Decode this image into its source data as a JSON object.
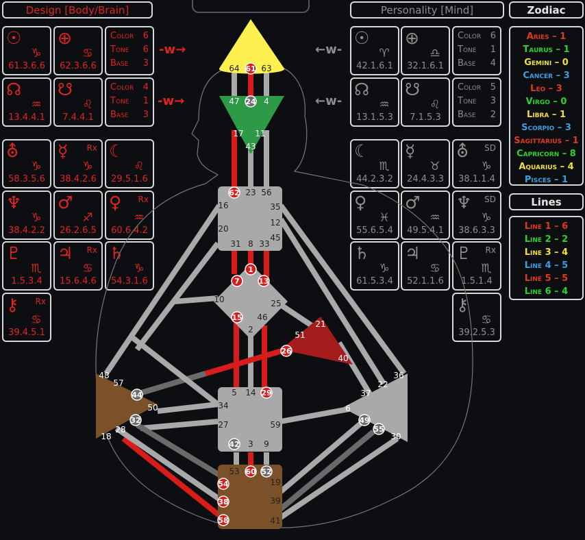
{
  "design_header": "Design [Body/Brain]",
  "personality_header": "Personality [Mind]",
  "zodiac_header": "Zodiac",
  "lines_header": "Lines",
  "design": {
    "sun": {
      "symbol": "☉",
      "sign": "♑",
      "value": "61.3.6.6",
      "mark": ""
    },
    "earth": {
      "symbol": "⊕",
      "sign": "♋",
      "value": "62.3.6.6",
      "mark": ""
    },
    "north_node": {
      "symbol": "☊",
      "sign": "♒",
      "value": "13.4.4.1",
      "mark": ""
    },
    "south_node": {
      "symbol": "☋",
      "sign": "♌",
      "value": "7.4.4.1",
      "mark": ""
    },
    "uranus": {
      "symbol": "⛢",
      "sign": "♑",
      "value": "58.3.5.6",
      "mark": ""
    },
    "mercury": {
      "symbol": "☿",
      "sign": "♑",
      "value": "38.4.2.6",
      "mark": "Rx"
    },
    "moon": {
      "symbol": "☾",
      "sign": "♌",
      "value": "29.5.1.6",
      "mark": ""
    },
    "neptune": {
      "symbol": "♆",
      "sign": "♑",
      "value": "38.4.2.2",
      "mark": ""
    },
    "mars": {
      "symbol": "♂",
      "sign": "♐",
      "value": "26.2.6.5",
      "mark": ""
    },
    "venus": {
      "symbol": "♀",
      "sign": "♒",
      "value": "60.6.4.2",
      "mark": "Rx"
    },
    "pluto": {
      "symbol": "♇",
      "sign": "♏",
      "value": "1.5.3.4",
      "mark": ""
    },
    "jupiter": {
      "symbol": "♃",
      "sign": "♋",
      "value": "15.6.4.6",
      "mark": "Rx"
    },
    "saturn": {
      "symbol": "♄",
      "sign": "♑",
      "value": "54.3.1.6",
      "mark": ""
    },
    "chiron": {
      "symbol": "⚷",
      "sign": "♋",
      "value": "39.4.5.1",
      "mark": "Rx"
    },
    "ctb1": {
      "color_label": "Color",
      "color": "6",
      "tone_label": "Tone",
      "tone": "6",
      "base_label": "Base",
      "base": "3"
    },
    "ctb2": {
      "color_label": "Color",
      "color": "4",
      "tone_label": "Tone",
      "tone": "1",
      "base_label": "Base",
      "base": "3"
    }
  },
  "personality": {
    "sun": {
      "symbol": "☉",
      "sign": "♈",
      "value": "42.1.6.1",
      "mark": ""
    },
    "earth": {
      "symbol": "⊕",
      "sign": "♎",
      "value": "32.1.6.1",
      "mark": ""
    },
    "north_node": {
      "symbol": "☊",
      "sign": "♒",
      "value": "13.1.5.3",
      "mark": ""
    },
    "south_node": {
      "symbol": "☋",
      "sign": "♌",
      "value": "7.1.5.3",
      "mark": ""
    },
    "moon": {
      "symbol": "☾",
      "sign": "♏",
      "value": "44.2.3.2",
      "mark": ""
    },
    "mercury": {
      "symbol": "☿",
      "sign": "♉",
      "value": "24.4.3.3",
      "mark": ""
    },
    "uranus": {
      "symbol": "⛢",
      "sign": "♑",
      "value": "38.1.1.4",
      "mark": "SD"
    },
    "venus": {
      "symbol": "♀",
      "sign": "♓",
      "value": "55.6.5.4",
      "mark": ""
    },
    "mars": {
      "symbol": "♂",
      "sign": "♒",
      "value": "49.5.4.1",
      "mark": ""
    },
    "neptune": {
      "symbol": "♆",
      "sign": "♑",
      "value": "38.6.3.3",
      "mark": "SD"
    },
    "saturn": {
      "symbol": "♄",
      "sign": "♑",
      "value": "61.5.3.4",
      "mark": ""
    },
    "jupiter": {
      "symbol": "♃",
      "sign": "♋",
      "value": "52.1.1.6",
      "mark": ""
    },
    "pluto": {
      "symbol": "♇",
      "sign": "♏",
      "value": "1.5.1.4",
      "mark": "Rx"
    },
    "chiron": {
      "symbol": "⚷",
      "sign": "♋",
      "value": "39.2.5.3",
      "mark": ""
    },
    "ctb1": {
      "color_label": "Color",
      "color": "6",
      "tone_label": "Tone",
      "tone": "1",
      "base_label": "Base",
      "base": "4"
    },
    "ctb2": {
      "color_label": "Color",
      "color": "5",
      "tone_label": "Tone",
      "tone": "3",
      "base_label": "Base",
      "base": "2"
    }
  },
  "arrows": {
    "design_arrow": "-w→",
    "personality_arrow": "←w-"
  },
  "zodiac": [
    {
      "text": "Aries – 1",
      "color": "#e03a1e"
    },
    {
      "text": "Taurus – 1",
      "color": "#2bd42b"
    },
    {
      "text": "Gemini – 0",
      "color": "#f0e03a"
    },
    {
      "text": "Cancer – 3",
      "color": "#3aa0e0"
    },
    {
      "text": "Leo – 3",
      "color": "#e03a1e"
    },
    {
      "text": "Virgo – 0",
      "color": "#2bd42b"
    },
    {
      "text": "Libra – 1",
      "color": "#f0e03a"
    },
    {
      "text": "Scorpio – 3",
      "color": "#3aa0e0"
    },
    {
      "text": "Sagittarius – 1",
      "color": "#e03a1e"
    },
    {
      "text": "Capricorn – 8",
      "color": "#2bd42b"
    },
    {
      "text": "Aquarius – 4",
      "color": "#f0e03a"
    },
    {
      "text": "Pisces – 1",
      "color": "#3aa0e0"
    }
  ],
  "lines": [
    {
      "text": "Line 1 – 6",
      "color": "#e03a1e"
    },
    {
      "text": "Line 2 – 2",
      "color": "#2bd42b"
    },
    {
      "text": "Line 3 – 4",
      "color": "#f0e03a"
    },
    {
      "text": "Line 4 – 5",
      "color": "#3aa0e0"
    },
    {
      "text": "Line 5 – 5",
      "color": "#e03a1e"
    },
    {
      "text": "Line 6 – 4",
      "color": "#2bd42b"
    }
  ],
  "bodygraph": {
    "colors": {
      "head": "#fef04e",
      "ajna": "#2e9a48",
      "defined_channel": "#d81b1b",
      "undefined": "#a9a9a9",
      "spleen": "#7a5128",
      "sacral": "#7a5128",
      "ego": "#a51c1c",
      "grey_center": "#a9a9a9",
      "mixed": "#6a6a6a"
    },
    "head_gates": [
      "64",
      "61",
      "63"
    ],
    "ajna_gates": [
      "47",
      "24",
      "4",
      "17",
      "11",
      "43"
    ],
    "throat_gates": [
      "62",
      "23",
      "56",
      "16",
      "35",
      "12",
      "20",
      "45",
      "31",
      "8",
      "33"
    ],
    "g_gates": [
      "1",
      "7",
      "13",
      "10",
      "25",
      "15",
      "46",
      "2"
    ],
    "ego_gates": [
      "21",
      "51",
      "26",
      "40"
    ],
    "spleen_gates": [
      "48",
      "57",
      "44",
      "50",
      "32",
      "28",
      "18"
    ],
    "sacral_gates": [
      "5",
      "14",
      "29",
      "34",
      "27",
      "59",
      "42",
      "3",
      "9"
    ],
    "solar_gates": [
      "36",
      "22",
      "37",
      "6",
      "49",
      "55",
      "30"
    ],
    "root_gates": [
      "53",
      "60",
      "52",
      "54",
      "19",
      "38",
      "39",
      "58",
      "41"
    ]
  }
}
